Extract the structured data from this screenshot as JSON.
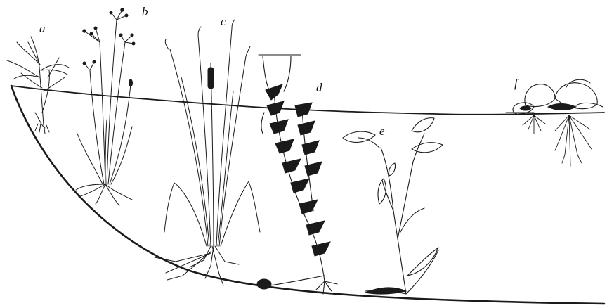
{
  "diagram": {
    "labels": {
      "a": "a",
      "b": "b",
      "c": "c",
      "d": "d",
      "e": "e",
      "f": "f"
    },
    "colors": {
      "ink": "#1a1a1a",
      "background": "#ffffff"
    }
  }
}
